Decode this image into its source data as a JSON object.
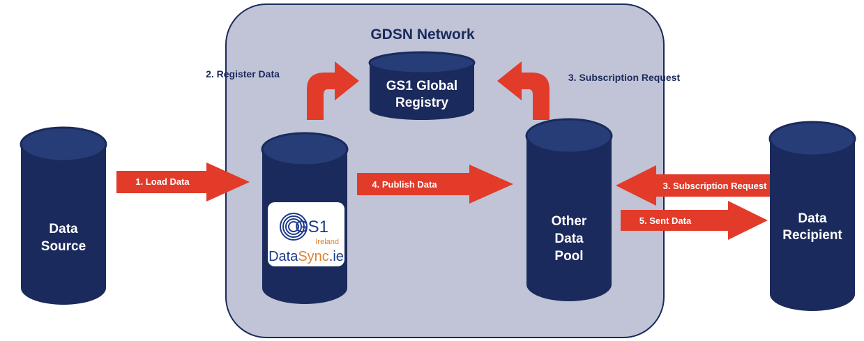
{
  "network": {
    "title": "GDSN Network"
  },
  "colors": {
    "cylinder": "#1b2a5c",
    "cylinder_top": "#263d78",
    "arrow": "#e23b2a",
    "network_bg": "#c0c4d6",
    "network_border": "#1b2a5c",
    "label_dark": "#1b2a5c",
    "label_light": "#ffffff"
  },
  "nodes": {
    "data_source": {
      "line1": "Data",
      "line2": "Source"
    },
    "global_registry": {
      "line1": "GS1 Global",
      "line2": "Registry"
    },
    "datasync": {
      "logo": {
        "gs1": "GS1",
        "country": "Ireland",
        "brand_part1": "Data",
        "brand_part2": "Sync",
        "brand_part3": ".ie"
      }
    },
    "other_pool": {
      "line1": "Other",
      "line2": "Data",
      "line3": "Pool"
    },
    "data_recipient": {
      "line1": "Data",
      "line2": "Recipient"
    }
  },
  "arrows": {
    "load": "1. Load Data",
    "register": "2. Register Data",
    "subscription_top": "3. Subscription Request",
    "publish": "4. Publish Data",
    "subscription_right": "3. Subscription Request",
    "sent": "5. Sent Data"
  }
}
